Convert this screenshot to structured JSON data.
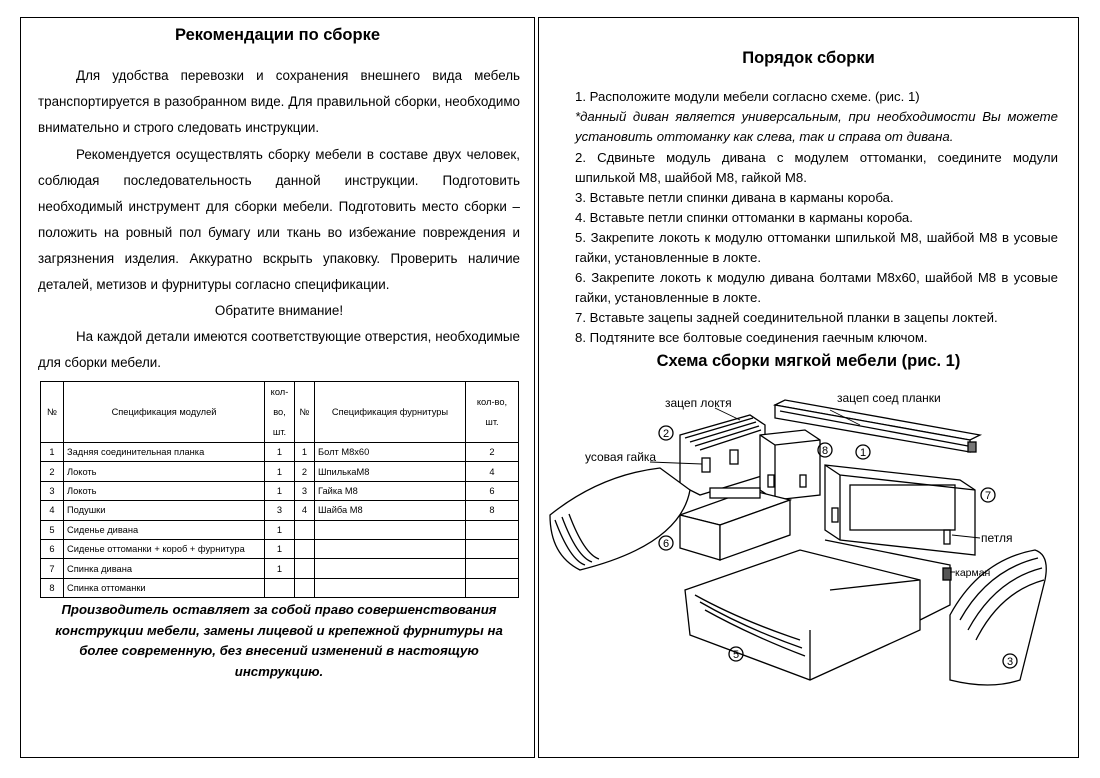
{
  "left": {
    "title": "Рекомендации по сборке",
    "para1": "Для удобства перевозки и сохранения внешнего вида мебель транспортируется в разобранном виде. Для правильной сборки, необходимо внимательно и строго следовать инструкции.",
    "para2": "Рекомендуется осуществлять сборку мебели в составе двух человек, соблюдая последовательность данной инструкции. Подготовить необходимый инструмент для сборки мебели. Подготовить место сборки – положить на ровный пол бумагу или ткань во избежание повреждения и загрязнения изделия. Аккуратно вскрыть упаковку. Проверить наличие деталей, метизов и фурнитуры согласно спецификации.",
    "attention": "Обратите внимание!",
    "para3": "На каждой детали имеются соответствующие отверстия, необходимые для сборки мебели.",
    "table": {
      "headers": {
        "num1": "№",
        "modules": "Спецификация модулей",
        "qty1_a": "кол-",
        "qty1_b": "во,",
        "qty1_c": "шт.",
        "num2": "№",
        "hardware": "Спецификация фурнитуры",
        "qty2_a": "кол-во,",
        "qty2_b": "шт."
      },
      "rows": [
        {
          "n": "1",
          "module": "Задняя соединительная планка",
          "q": "1",
          "n2": "1",
          "hw": "Болт М8х60",
          "q2": "2"
        },
        {
          "n": "2",
          "module": "Локоть",
          "q": "1",
          "n2": "2",
          "hw": "ШпилькаМ8",
          "q2": "4"
        },
        {
          "n": "3",
          "module": "Локоть",
          "q": "1",
          "n2": "3",
          "hw": "Гайка М8",
          "q2": "6"
        },
        {
          "n": "4",
          "module": "Подушки",
          "q": "3",
          "n2": "4",
          "hw": "Шайба М8",
          "q2": "8"
        },
        {
          "n": "5",
          "module": "Сиденье дивана",
          "q": "1",
          "n2": "",
          "hw": "",
          "q2": ""
        },
        {
          "n": "6",
          "module": "Сиденье оттоманки + короб + фурнитура",
          "q": "1",
          "n2": "",
          "hw": "",
          "q2": ""
        },
        {
          "n": "7",
          "module": "Спинка дивана",
          "q": "1",
          "n2": "",
          "hw": "",
          "q2": ""
        },
        {
          "n": "8",
          "module": "Спинка оттоманки",
          "q": "",
          "n2": "",
          "hw": "",
          "q2": ""
        }
      ]
    },
    "disclaimer": "Производитель оставляет за собой право совершенствования конструкции мебели, замены лицевой и крепежной фурнитуры на более современную, без внесений изменений в настоящую инструкцию."
  },
  "right": {
    "title": "Порядок сборки",
    "step1": "1.    Расположите модули мебели согласно схеме. (рис. 1)",
    "note": "*данный диван является универсальным, при необходимости Вы можете установить оттоманку как слева, так и справа от дивана.",
    "step2": "2. Сдвиньте модуль дивана с модулем оттоманки, соедините модули шпилькой М8, шайбой М8, гайкой М8.",
    "step3": "3. Вставьте петли спинки дивана в карманы короба.",
    "step4": "4. Вставьте петли спинки оттоманки в карманы короба.",
    "step5": "5. Закрепите локоть к модулю оттоманки шпилькой М8, шайбой М8 в усовые гайки, установленные в локте.",
    "step6": "6. Закрепите локоть к модулю дивана болтами М8х60, шайбой М8 в усовые гайки, установленные в локте.",
    "step7": "7. Вставьте зацепы задней соединительной планки в зацепы локтей.",
    "step8": "8. Подтяните все болтовые соединения гаечным ключом.",
    "scheme_title": "Схема сборки мягкой мебели (рис. 1)",
    "labels": {
      "armhook": "зацеп локтя",
      "plankhook": "зацеп соед планки",
      "nut": "усовая гайка",
      "loop": "петля",
      "pocket": "карман",
      "n1": "1",
      "n2": "2",
      "n3": "3",
      "n5": "5",
      "n6": "6",
      "n7": "7",
      "n8": "8"
    }
  }
}
